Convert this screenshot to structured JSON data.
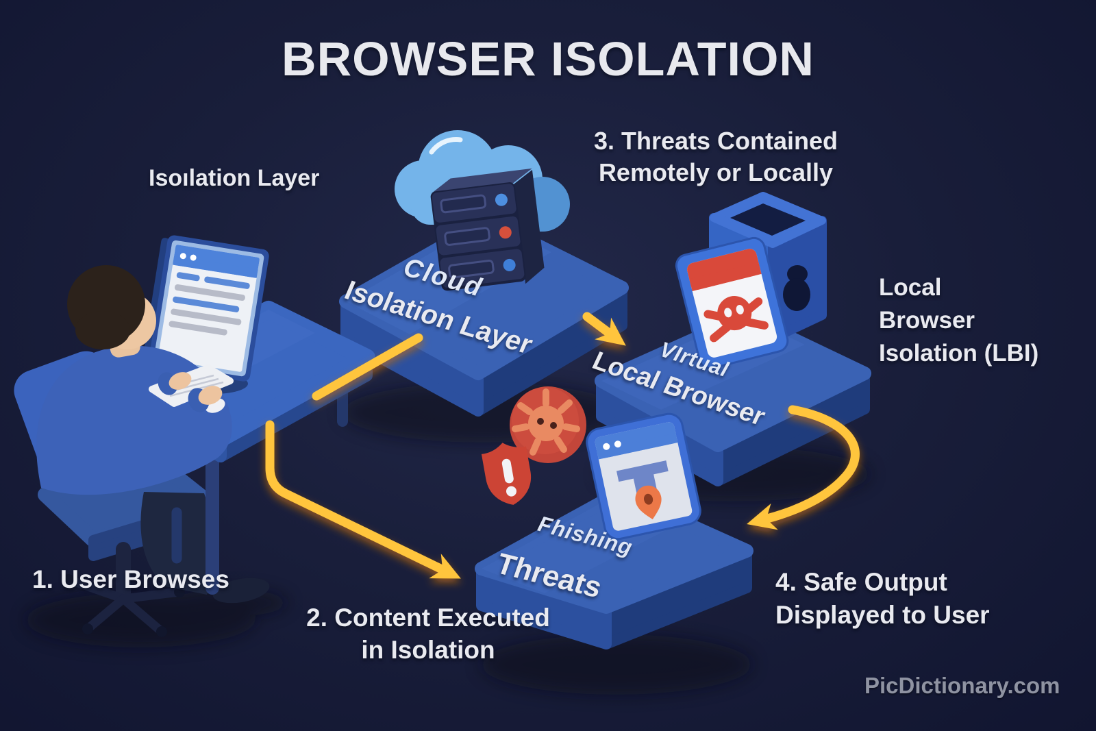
{
  "title": "BROWSER ISOLATION",
  "watermark": "PicDictionary.com",
  "labels": {
    "isolation_layer": "Isoılation Layer",
    "step1": "1. User Browses",
    "step2_line1": "2. Content Executed",
    "step2_line2": "in Isolation",
    "step3_line1": "3. Threats Contained",
    "step3_line2": "Remotely or Locally",
    "step4_line1": "4. Safe Output",
    "step4_line2": "Displayed to User",
    "lbi_line1": "Local",
    "lbi_line2": "Browser",
    "lbi_line3": "Isolation (LBI)"
  },
  "platforms": {
    "cloud": {
      "top": "Cloud",
      "front": "Isolation Layer"
    },
    "virtual": {
      "top": "VIrtual",
      "front": "Local Browser"
    },
    "threats": {
      "top": "Fhishing",
      "front": "Threats"
    }
  },
  "icons": {
    "cloud_servers": "cloud-server-stack-icon",
    "malware_page": "malware-skull-page-icon",
    "containment_bin": "containment-bin-icon",
    "bug_silhouette": "bug-icon",
    "virus_disc": "virus-icon",
    "alert_shield": "alert-shield-icon",
    "browser_window": "safe-browser-window-icon",
    "location_pin": "location-pin-icon",
    "workstation": "user-at-workstation"
  },
  "colors": {
    "background": "#181d37",
    "platform_top": "#3a62b4",
    "platform_front": "#2c509f",
    "platform_side": "#1f3c7c",
    "arrow_yellow": "#ffc53e",
    "alert_red": "#cc4435",
    "cloud_blue": "#74b4ea",
    "text_light": "#e9eaf0",
    "watermark_gray": "#90949f"
  }
}
